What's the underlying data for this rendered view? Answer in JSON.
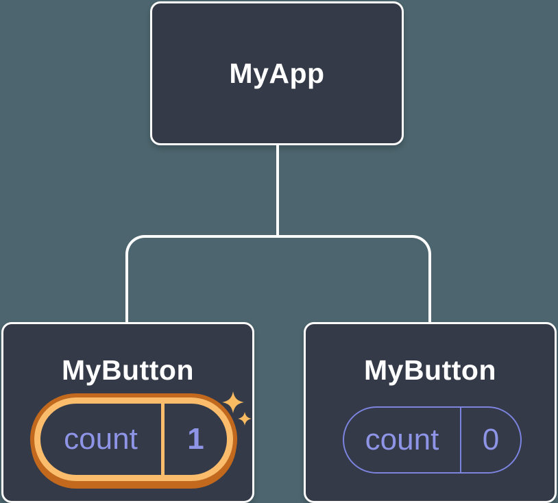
{
  "colors": {
    "background": "#4C656E",
    "node-fill": "#343A48",
    "node-border": "#FFFFFF",
    "connector": "#FFFFFF",
    "text-primary": "#FFFFFF",
    "state-text": "#8E94E6",
    "pill-border": "#7C84E0",
    "highlight-inner": "#FBBD6B",
    "highlight-outer": "#C2691E",
    "sparkle": "#F8BB62"
  },
  "tree": {
    "root": {
      "label": "MyApp"
    },
    "children": [
      {
        "label": "MyButton",
        "state": {
          "key": "count",
          "value": "1"
        },
        "highlighted": true,
        "icon": "sparkle-icon"
      },
      {
        "label": "MyButton",
        "state": {
          "key": "count",
          "value": "0"
        },
        "highlighted": false
      }
    ]
  }
}
